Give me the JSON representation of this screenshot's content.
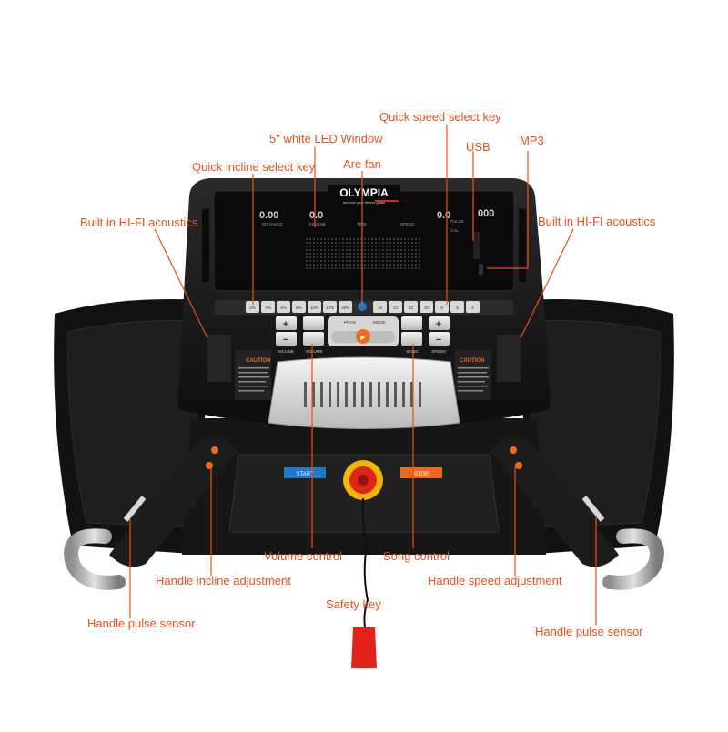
{
  "brand": {
    "logo_text": "OLYMPIA",
    "tagline": "achieve your fitness goals"
  },
  "console": {
    "window_labels": [
      "DISTANCE",
      "INCLINE",
      "TIME",
      "SPEED",
      "PULSE",
      "CAL"
    ],
    "incline_keys": [
      "2%",
      "4%",
      "6%",
      "8%",
      "10%",
      "12%",
      "15%"
    ],
    "speed_keys": [
      "16",
      "14",
      "12",
      "10",
      "8",
      "6",
      "4"
    ],
    "button_labels": {
      "incline": "INCLINE",
      "volume": "VOLUME",
      "prog": "PROG",
      "mode": "MODE",
      "song": "SONG",
      "speed": "SPEED"
    },
    "caution_heading": "CAUTION",
    "start_label": "START",
    "stop_label": "STOP"
  },
  "callouts": {
    "quick_speed_select_key": "Quick speed select key",
    "white_led_window": "5\" white LED Window",
    "usb": "USB",
    "mp3": "MP3",
    "quick_incline_select_key": "Quick incline select key",
    "are_fan": "Are fan",
    "hifi_left": "Built in HI-FI acoustics",
    "hifi_right": "Built in HI-FI acoustics",
    "volume_control": "Volume control",
    "song_control": "Song control",
    "handle_incline_adjustment": "Handle incline adjustment",
    "handle_speed_adjustment": "Handle speed adjustment",
    "safety_key": "Safety key",
    "handle_pulse_sensor_left": "Handle pulse sensor",
    "handle_pulse_sensor_right": "Handle pulse sensor"
  },
  "colors": {
    "callout_text": "#e8501c",
    "leader_line": "#e8501c",
    "console_body": "#1c1c1c",
    "accent_orange": "#f06a1e",
    "safety_key_red": "#e2231a"
  }
}
